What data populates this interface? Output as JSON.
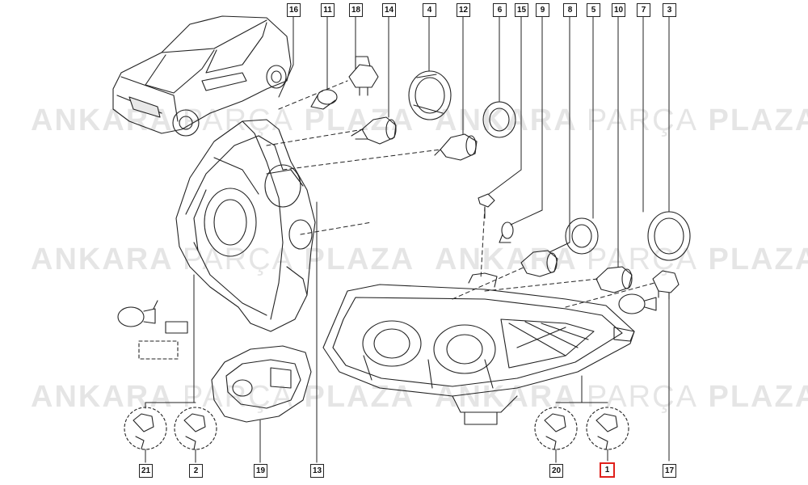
{
  "watermark": {
    "part1": "ANKARA",
    "part2": "PARÇA",
    "part3": "PLAZA"
  },
  "callouts": {
    "c16": "16",
    "c11": "11",
    "c18": "18",
    "c14": "14",
    "c4": "4",
    "c12": "12",
    "c6": "6",
    "c15": "15",
    "c9": "9",
    "c8": "8",
    "c5": "5",
    "c10": "10",
    "c7": "7",
    "c3": "3",
    "c21": "21",
    "c2": "2",
    "c19": "19",
    "c13": "13",
    "c20": "20",
    "c1": "1",
    "c17": "17"
  },
  "colors": {
    "line": "#222222",
    "highlight": "#e0201b",
    "watermark": "#000000"
  }
}
